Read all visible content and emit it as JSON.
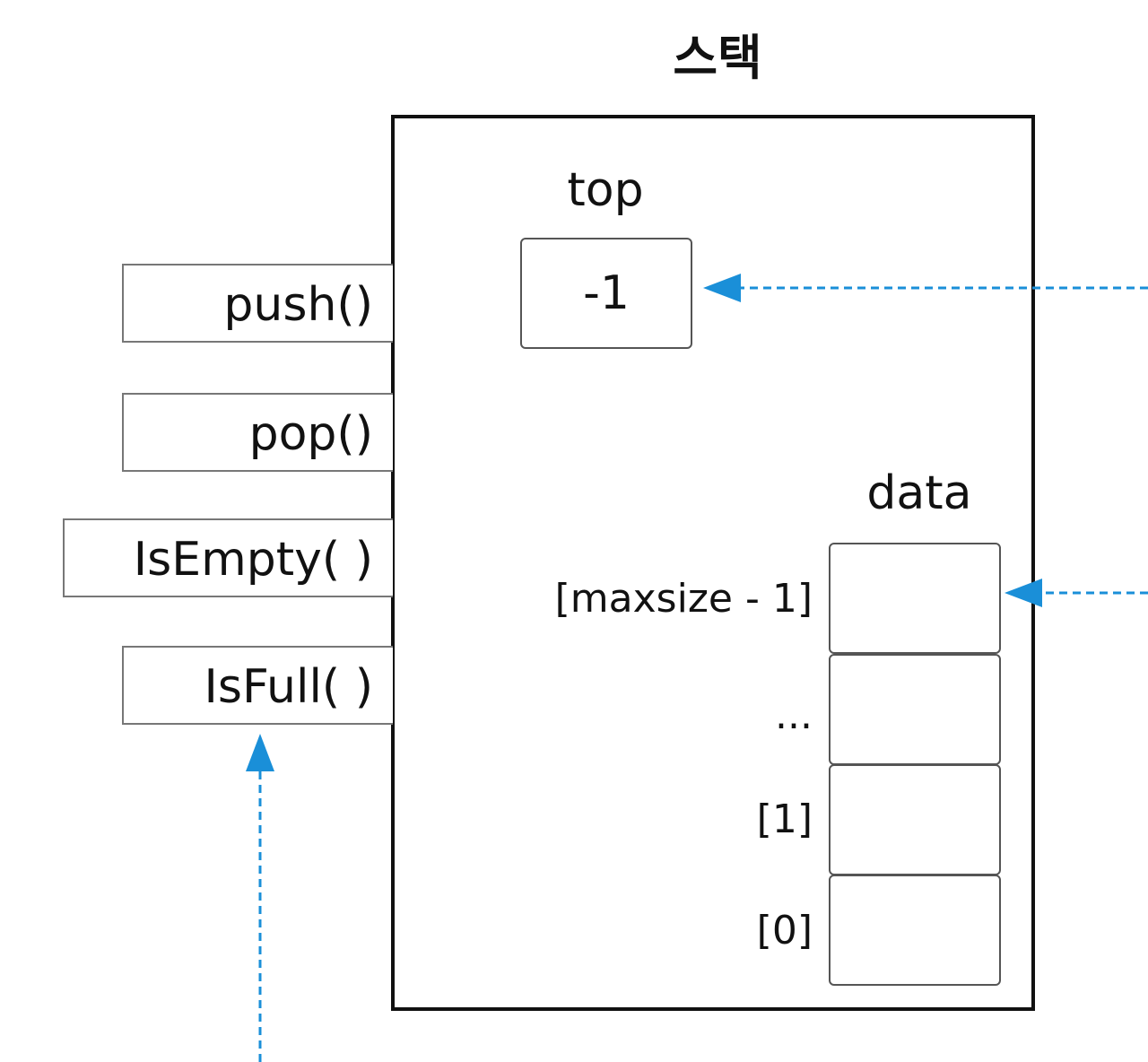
{
  "title": "스택",
  "methods": [
    "push()",
    "pop()",
    "IsEmpty( )",
    "IsFull( )"
  ],
  "top": {
    "label": "top",
    "value": "-1"
  },
  "data": {
    "label": "data",
    "indices": [
      "[maxsize - 1]",
      "...",
      "[1]",
      "[0]"
    ]
  },
  "colors": {
    "arrow": "#1a8fd8",
    "border": "#111111"
  }
}
